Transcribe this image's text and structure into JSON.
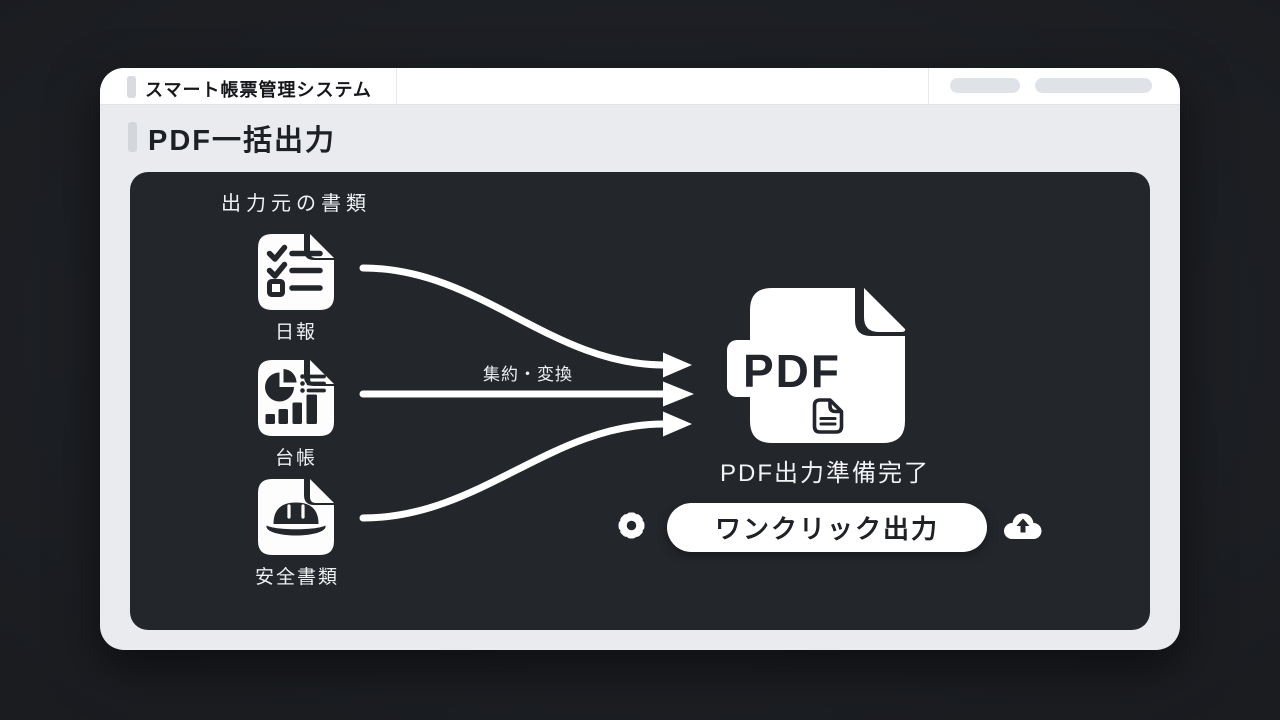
{
  "window": {
    "app_title": "スマート帳票管理システム",
    "page_title": "PDF一括出力"
  },
  "panel": {
    "sources_label": "出力元の書類",
    "documents": [
      {
        "label": "日報",
        "icon": "checklist-document-icon"
      },
      {
        "label": "台帳",
        "icon": "chart-document-icon"
      },
      {
        "label": "安全書類",
        "icon": "helmet-document-icon"
      }
    ],
    "flow_label": "集約・変換",
    "pdf": {
      "badge": "PDF",
      "status": "PDF出力準備完了"
    },
    "action": {
      "button_label": "ワンクリック出力",
      "left_icon": "gear-icon",
      "right_icon": "cloud-upload-icon"
    }
  },
  "colors": {
    "page_background": "#1a1c20",
    "card_background": "#e9ebee",
    "topbar_background": "#ffffff",
    "panel_background": "#23262b",
    "accent_bar": "#d6d9de",
    "white": "#ffffff",
    "dark_text": "#1e2126",
    "light_text": "#f2f3f5"
  }
}
